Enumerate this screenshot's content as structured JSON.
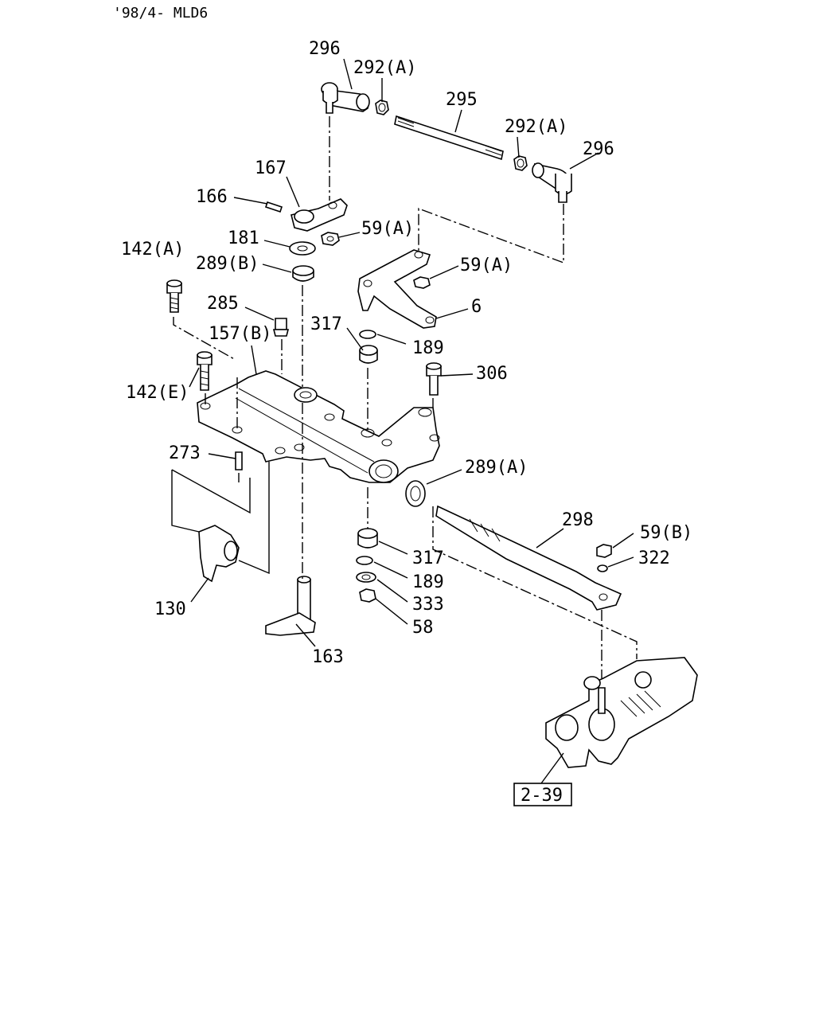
{
  "header": {
    "code": "'98/4- MLD6"
  },
  "labels": {
    "l296a": "296",
    "l292a1": "292(A)",
    "l295": "295",
    "l292a2": "292(A)",
    "l296b": "296",
    "l167": "167",
    "l166": "166",
    "l59a1": "59(A)",
    "l181": "181",
    "l142a": "142(A)",
    "l289b": "289(B)",
    "l59a2": "59(A)",
    "l6": "6",
    "l285": "285",
    "l317a": "317",
    "l157b": "157(B)",
    "l189a": "189",
    "l306": "306",
    "l142e": "142(E)",
    "l273": "273",
    "l289a": "289(A)",
    "l298": "298",
    "l59b": "59(B)",
    "l322": "322",
    "l317b": "317",
    "l189b": "189",
    "l333": "333",
    "l58": "58",
    "l130": "130",
    "l163": "163"
  },
  "reference_box": {
    "label": "2-39"
  }
}
